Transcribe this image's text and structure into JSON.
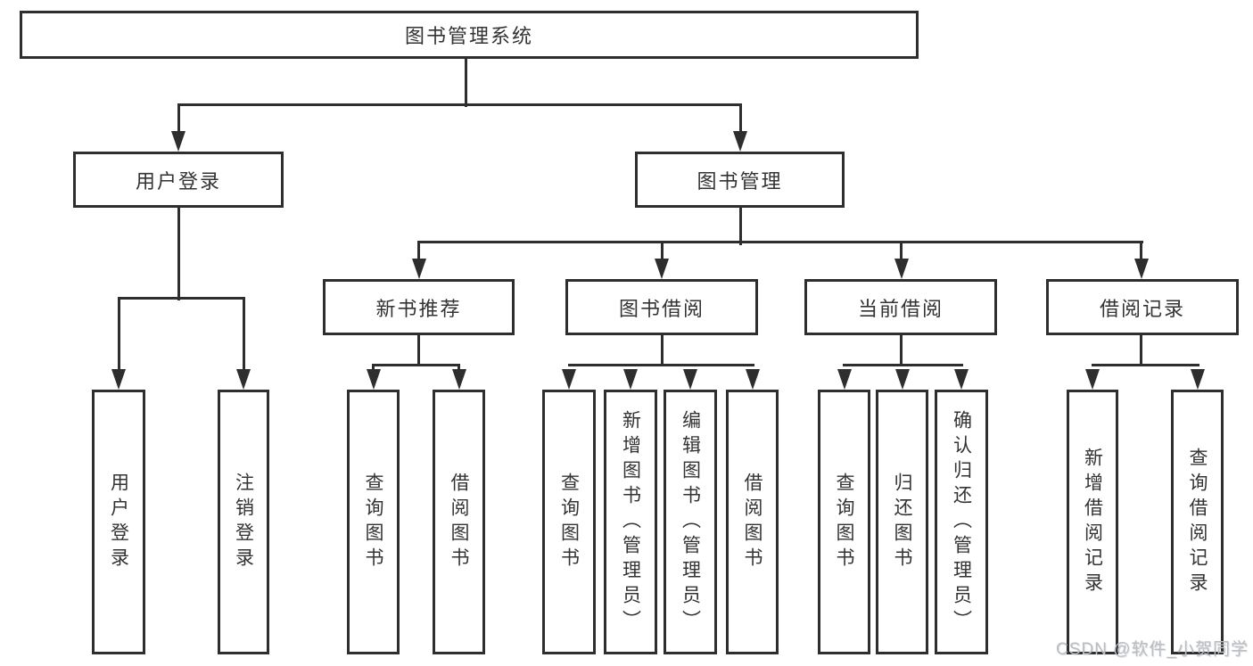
{
  "diagram": {
    "title": "图书管理系统",
    "level2": [
      "用户登录",
      "图书管理"
    ],
    "level3": [
      "新书推荐",
      "图书借阅",
      "当前借阅",
      "借阅记录"
    ],
    "leaves": [
      "用户登录",
      "注销登录",
      "查询图书",
      "借阅图书",
      "查询图书",
      "新增图书（管理员）",
      "编辑图书（管理员）",
      "借阅图书",
      "查询图书",
      "归还图书",
      "确认归还（管理员）",
      "新增借阅记录",
      "查询借阅记录"
    ],
    "colors": {
      "line": "#2e2e2e",
      "text": "#333333",
      "background": "#ffffff",
      "watermark": "#b9bdc4"
    }
  },
  "watermark": {
    "text": "CSDN @软件_小贺同学"
  }
}
